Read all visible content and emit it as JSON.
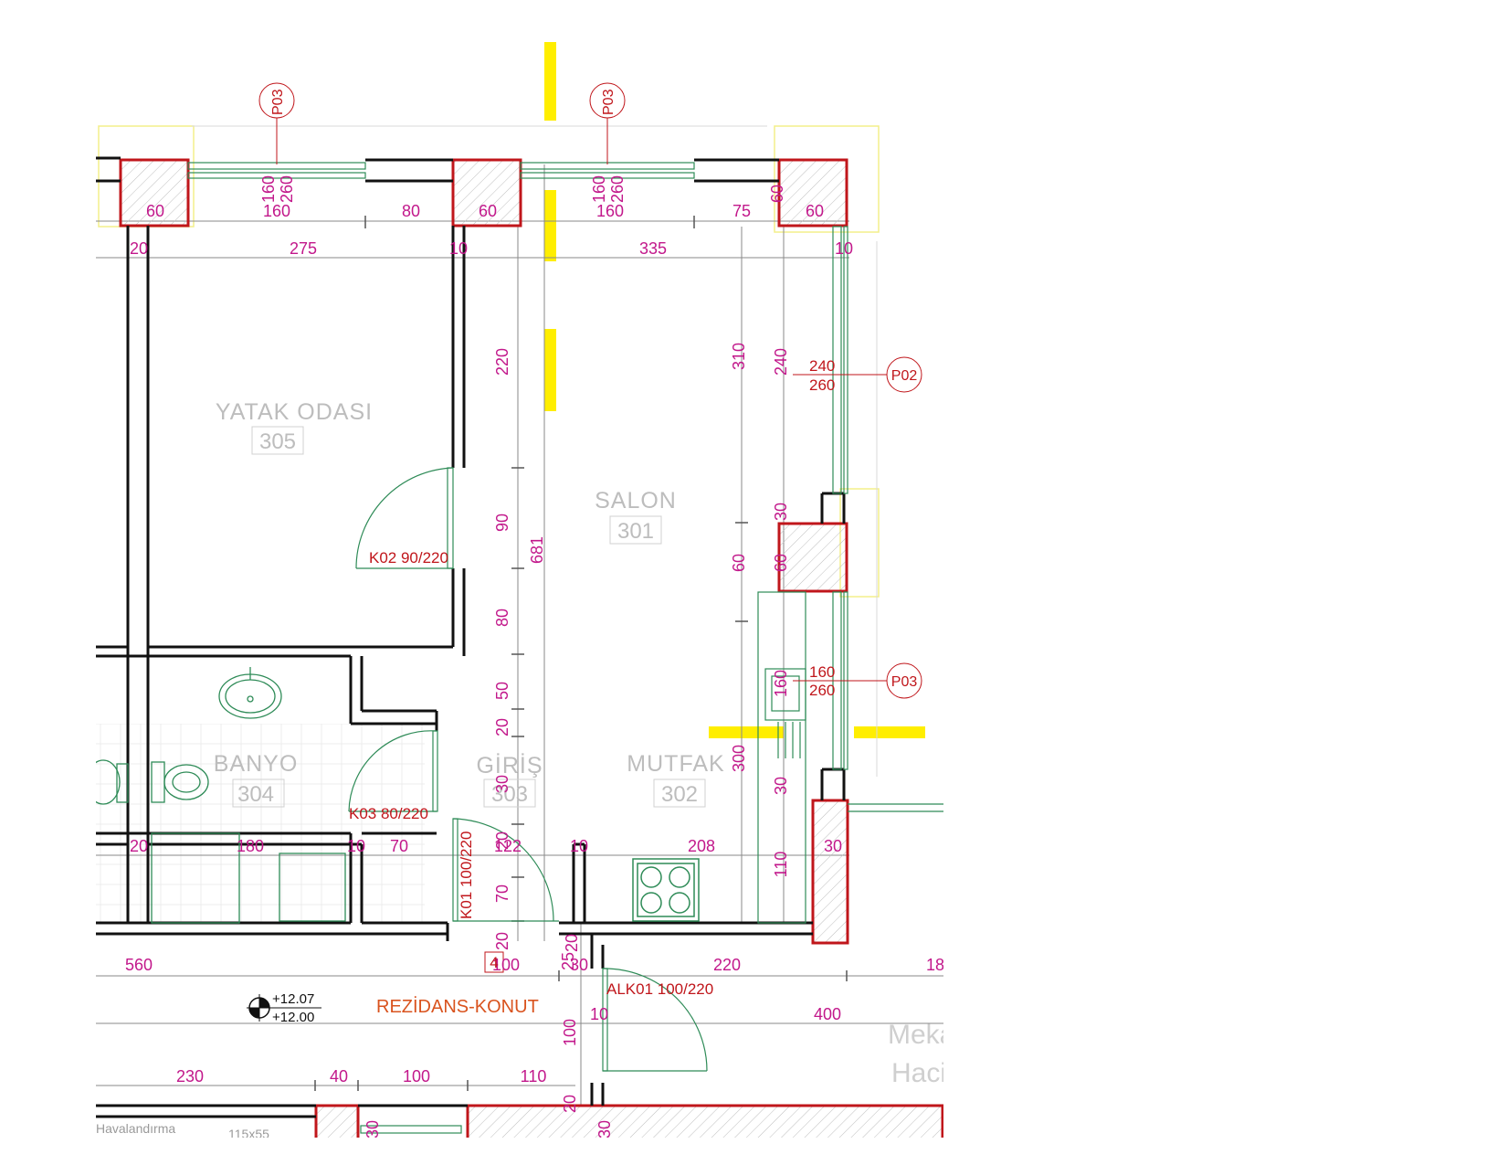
{
  "colors": {
    "wall": "#111111",
    "column": "#c0161b",
    "dimension": "#c2188b",
    "door": "#2e8b57",
    "marker": "#ffee00",
    "room": "#bdbdbd"
  },
  "rooms": [
    {
      "name": "YATAK ODASI",
      "number": "305"
    },
    {
      "name": "SALON",
      "number": "301"
    },
    {
      "name": "BANYO",
      "number": "304"
    },
    {
      "name": "GİRİŞ",
      "number": "303"
    },
    {
      "name": "MUTFAK",
      "number": "302"
    }
  ],
  "doors": [
    "K02 90/220",
    "K03 80/220",
    "K01 100/220",
    "ALK01 100/220"
  ],
  "window_tags": [
    {
      "id": "P03",
      "w": "160",
      "h": "260"
    },
    {
      "id": "P03",
      "w": "160",
      "h": "260"
    },
    {
      "id": "P02",
      "w": "240",
      "h": "260"
    },
    {
      "id": "P03",
      "w": "160",
      "h": "260"
    }
  ],
  "dimensions": {
    "top_row": [
      "60",
      "160",
      "80",
      "60",
      "160",
      "75",
      "60"
    ],
    "second_row": [
      "20",
      "275",
      "10",
      "335",
      "10"
    ],
    "left_vertical": [
      "220",
      "90",
      "80",
      "50",
      "20",
      "30",
      "20",
      "70",
      "20"
    ],
    "total_vertical": "681",
    "right_verticals": [
      "310",
      "240",
      "30",
      "60",
      "60",
      "160",
      "300",
      "30",
      "110"
    ],
    "lower_row": [
      "20",
      "180",
      "10",
      "70",
      "122",
      "10",
      "208",
      "30"
    ],
    "bottom_row": [
      "560",
      "100",
      "25",
      "30",
      "220",
      "18"
    ],
    "corridor": [
      "10",
      "400",
      "100",
      "20",
      "30"
    ],
    "bottom_strip": [
      "230",
      "40",
      "100",
      "110",
      "30"
    ]
  },
  "level": {
    "top": "+12.07",
    "bottom": "+12.00"
  },
  "zone_label": "REZİDANS-KONUT",
  "step_number": "4",
  "outside": {
    "line1": "Meka",
    "line2": "Haci"
  },
  "bottom_notes": {
    "vent": "Havalandırma",
    "size": "115x55"
  }
}
